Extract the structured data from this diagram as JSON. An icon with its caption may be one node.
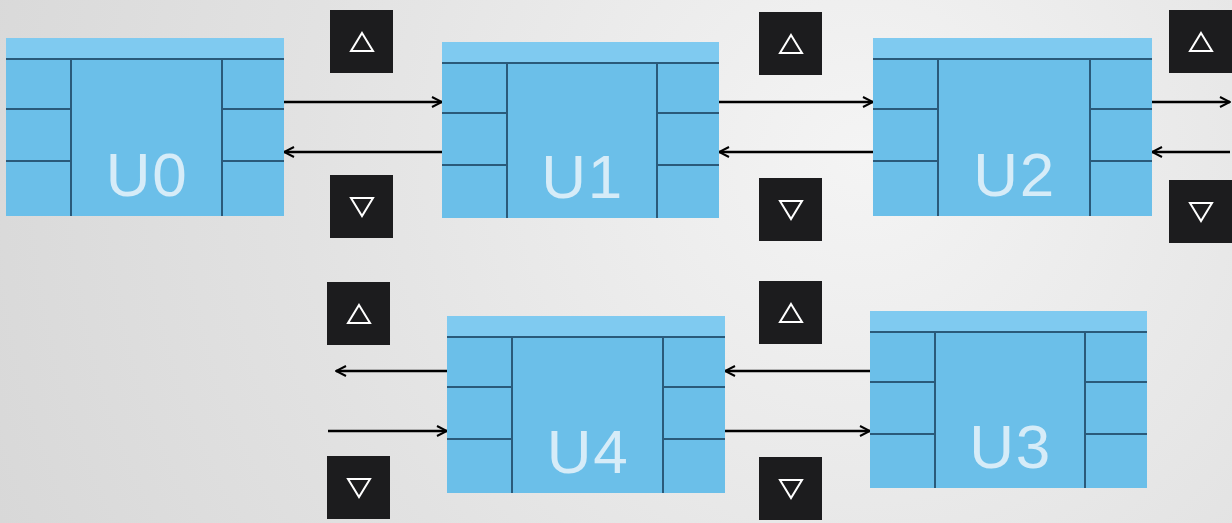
{
  "diagram": {
    "nodes": [
      {
        "text": [
          "U0"
        ]
      },
      {
        "text": [
          "U1"
        ]
      },
      {
        "text": [
          "U2"
        ]
      },
      {
        "text": [
          "U4"
        ]
      },
      {
        "text": [
          "U3"
        ]
      }
    ],
    "edges": [
      {
        "from": 0,
        "to": 1,
        "arrow": "to"
      },
      {
        "from": 1,
        "to": 0,
        "arrow": "to"
      },
      {
        "from": 1,
        "to": 2,
        "arrow": "to"
      },
      {
        "from": 2,
        "to": 1,
        "arrow": "to"
      },
      {
        "from": 2,
        "to": null,
        "arrow": "to"
      },
      {
        "from": null,
        "to": 2,
        "arrow": "to"
      },
      {
        "from": 3,
        "to": null,
        "arrow": "to"
      },
      {
        "from": null,
        "to": 3,
        "arrow": "to"
      },
      {
        "from": 4,
        "to": 3,
        "arrow": "to"
      },
      {
        "from": 3,
        "to": 4,
        "arrow": "to"
      }
    ]
  }
}
